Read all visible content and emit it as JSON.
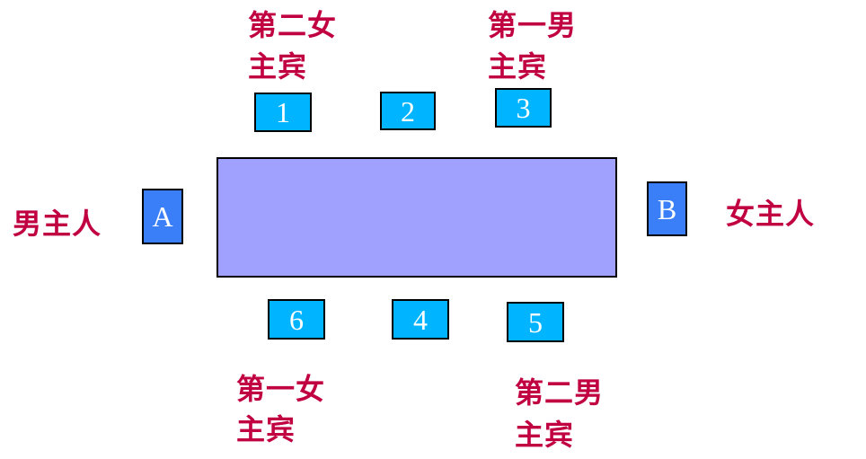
{
  "seats": {
    "g1": "1",
    "g2": "2",
    "g3": "3",
    "g4": "4",
    "g5": "5",
    "g6": "6",
    "host_a": "A",
    "host_b": "B"
  },
  "labels": {
    "second_female_line1": "第二女",
    "second_female_line2": "主宾",
    "first_male_line1": "第一男",
    "first_male_line2": "主宾",
    "male_host": "男主人",
    "female_host": "女主人",
    "first_female_line1": "第一女",
    "first_female_line2": "主宾",
    "second_male_line1": "第二男",
    "second_male_line2": "主宾"
  },
  "colors": {
    "table": "#a0a0ff",
    "guest_seat": "#00b4ff",
    "host_seat": "#3a7ef8",
    "label_text": "#c00040"
  }
}
